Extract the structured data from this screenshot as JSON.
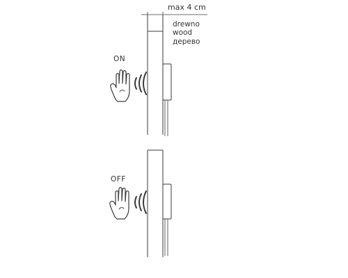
{
  "dimension": {
    "label": "max 4 cm"
  },
  "material": {
    "lines": [
      "drewno",
      "wood",
      "дерево"
    ]
  },
  "states": [
    {
      "id": "on",
      "label": "ON"
    },
    {
      "id": "off",
      "label": "OFF"
    }
  ],
  "icons": {
    "hand": "open-hand-icon",
    "signal": "proximity-wave-icon"
  },
  "colors": {
    "line": "#3a3a3a",
    "text": "#333333",
    "background": "#ffffff"
  }
}
